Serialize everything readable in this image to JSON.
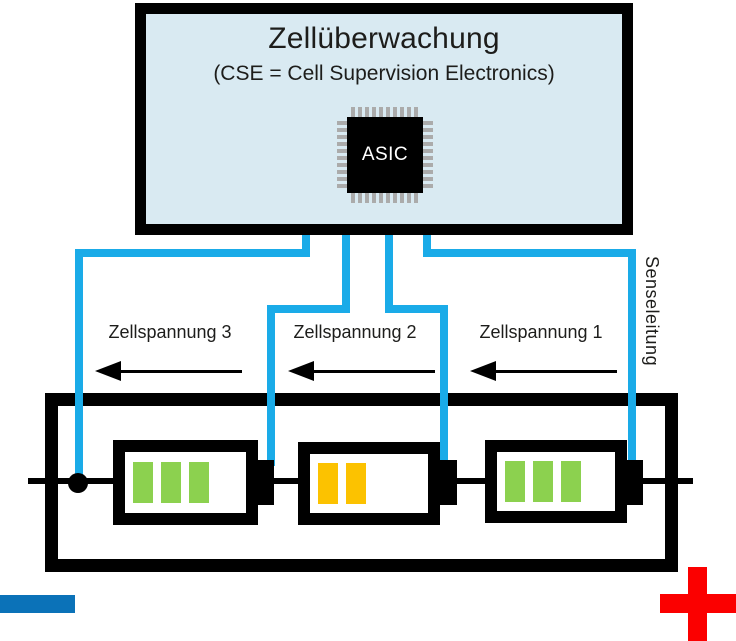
{
  "colors": {
    "box-fill": "#d9eaf2",
    "line-blue": "#1aabe8",
    "bar-green": "#8cd14f",
    "bar-orange": "#fcc200",
    "minus-blue": "#0b72b8",
    "plus-red": "#fb0000",
    "pin-gray": "#ababab",
    "ink": "#1d1d1b"
  },
  "cse": {
    "title": "Zellüberwachung",
    "subtitle": "(CSE = Cell Supervision Electronics)",
    "chip_label": "ASIC"
  },
  "sense_line_label": "Senseleitung",
  "voltage_labels": [
    {
      "label": "Zellspannung 3"
    },
    {
      "label": "Zellspannung 2"
    },
    {
      "label": "Zellspannung 1"
    }
  ],
  "battery_pack": {
    "cells": [
      {
        "id": "cell-3",
        "bars": 3,
        "bar_color": "#8cd14f",
        "state": "full"
      },
      {
        "id": "cell-2",
        "bars": 2,
        "bar_color": "#fcc200",
        "state": "partial"
      },
      {
        "id": "cell-1",
        "bars": 3,
        "bar_color": "#8cd14f",
        "state": "full"
      }
    ],
    "minus_symbol": "−",
    "plus_symbol": "+"
  }
}
